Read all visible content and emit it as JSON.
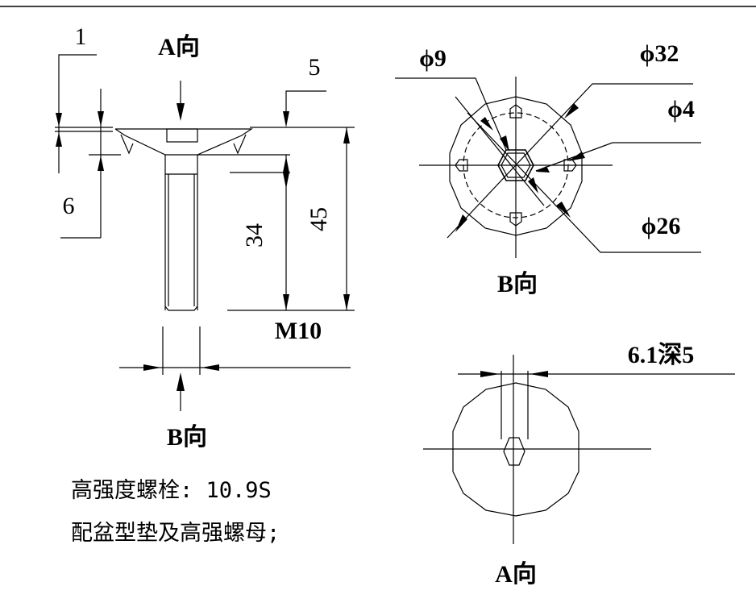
{
  "view_labels": {
    "front_top": "A向",
    "front_bottom": "B向",
    "right_top_bottom": "B向",
    "right_bottom_bottom": "A向"
  },
  "dimensions": {
    "d1": "1",
    "d6": "6",
    "d5": "5",
    "d34": "34",
    "d45": "45",
    "thread": "M10",
    "phi9": "ϕ9",
    "phi32": "ϕ32",
    "phi4": "ϕ4",
    "phi26": "ϕ26",
    "hex": "6.1深5"
  },
  "notes": {
    "line1": "高强度螺栓: 10.9S",
    "line2": "配盆型垫及高强螺母;"
  }
}
